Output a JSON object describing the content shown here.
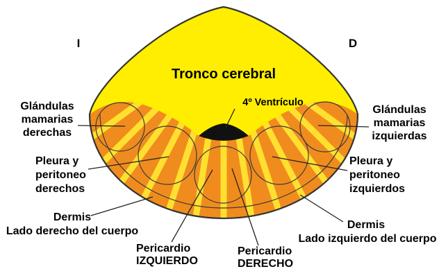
{
  "side_markers": {
    "left": "I",
    "right": "D"
  },
  "brainstem": {
    "label": "Tronco cerebral"
  },
  "ventricle": {
    "label": "4º Ventrículo"
  },
  "labels": {
    "left": {
      "glands": [
        "Glándulas",
        "mamarias",
        "derechas"
      ],
      "pleura": [
        "Pleura y",
        "peritoneo",
        "derechos"
      ],
      "dermis": [
        "Dermis",
        "Lado derecho del cuerpo"
      ]
    },
    "right": {
      "glands": [
        "Glándulas",
        "mamarias",
        "izquierdas"
      ],
      "pleura": [
        "Pleura y",
        "peritoneo",
        "izquierdos"
      ],
      "dermis": [
        "Dermis",
        "Lado izquierdo del cuerpo"
      ]
    },
    "pericardium": {
      "left": [
        "Pericardio",
        "IZQUIERDO"
      ],
      "right": [
        "Pericardio",
        "DERECHO"
      ]
    }
  },
  "colors": {
    "brainstem": "#ffee00",
    "cerebellum": "#f08c1e",
    "stripes": "#ffe030",
    "ventricle": "#111111",
    "outline": "#333333"
  }
}
